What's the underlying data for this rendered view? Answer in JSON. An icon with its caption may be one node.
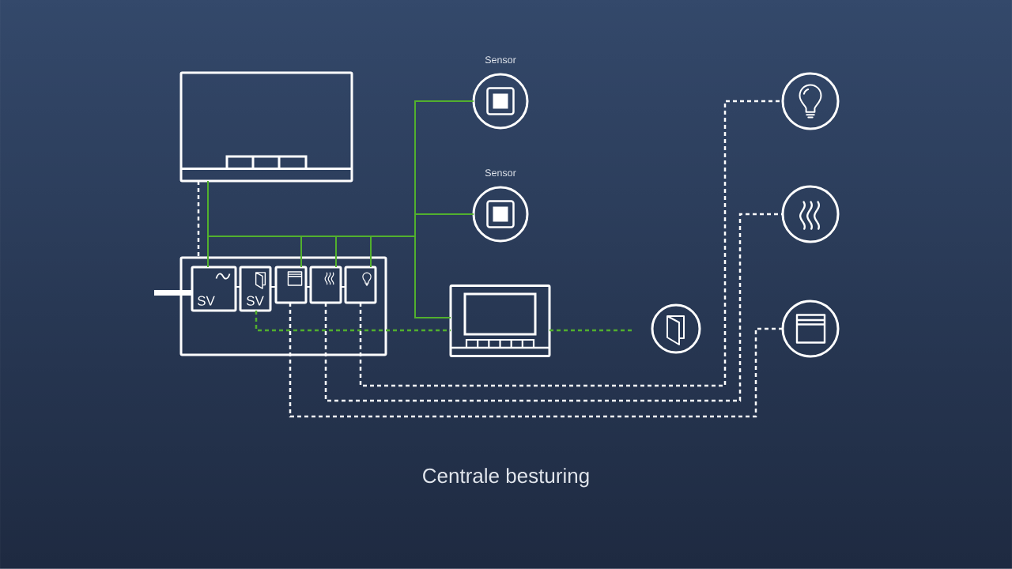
{
  "diagram": {
    "caption": "Centrale besturing",
    "nodes": [
      {
        "text": [],
        "shape": "box"
      },
      {
        "text": [
          "Sensor"
        ]
      },
      {
        "text": [
          "Sensor"
        ]
      },
      {
        "text": [],
        "shape": "box"
      },
      {
        "text": [
          "SV"
        ],
        "in": 3
      },
      {
        "text": [
          "SV"
        ],
        "in": 3
      },
      {
        "text": [],
        "shape": "box",
        "in": 3
      },
      {
        "text": [],
        "shape": "box",
        "in": 3
      },
      {
        "text": [],
        "shape": "box",
        "in": 3
      },
      {
        "text": [],
        "shape": "box"
      },
      {
        "text": [],
        "shape": "circle"
      },
      {
        "text": [],
        "shape": "circle"
      },
      {
        "text": [],
        "shape": "circle"
      },
      {
        "text": [],
        "shape": "circle"
      }
    ],
    "edges": [
      {
        "from": 0,
        "to": 3,
        "arrow": "none",
        "style": "dashed",
        "color": "#ffffff"
      },
      {
        "from": 0,
        "to": 4,
        "arrow": "none",
        "color": "#52b02e"
      },
      {
        "from": 0,
        "to": 6,
        "arrow": "none",
        "color": "#52b02e"
      },
      {
        "from": 0,
        "to": 7,
        "arrow": "none",
        "color": "#52b02e"
      },
      {
        "from": 0,
        "to": 8,
        "arrow": "none",
        "color": "#52b02e"
      },
      {
        "from": 0,
        "to": 1,
        "arrow": "none",
        "color": "#52b02e"
      },
      {
        "from": 0,
        "to": 2,
        "arrow": "none",
        "color": "#52b02e"
      },
      {
        "from": 0,
        "to": 9,
        "arrow": "none",
        "color": "#52b02e"
      },
      {
        "from": null,
        "to": 4,
        "arrow": "none",
        "style": "thick",
        "color": "#ffffff"
      },
      {
        "from": 4,
        "to": 5,
        "arrow": "none",
        "color": "#ffffff"
      },
      {
        "from": 5,
        "to": 6,
        "arrow": "none",
        "color": "#ffffff"
      },
      {
        "from": 6,
        "to": 7,
        "arrow": "none",
        "color": "#ffffff"
      },
      {
        "from": 7,
        "to": 8,
        "arrow": "none",
        "color": "#ffffff"
      },
      {
        "from": 5,
        "to": 9,
        "arrow": "none",
        "style": "dashed",
        "color": "#52b02e"
      },
      {
        "from": 9,
        "to": null,
        "arrow": "none",
        "style": "dashed",
        "color": "#52b02e"
      },
      {
        "from": 8,
        "to": 11,
        "arrow": "none",
        "style": "dashed",
        "color": "#ffffff"
      },
      {
        "from": 7,
        "to": 12,
        "arrow": "none",
        "style": "dashed",
        "color": "#ffffff"
      },
      {
        "from": 6,
        "to": 13,
        "arrow": "none",
        "style": "dashed",
        "color": "#ffffff"
      }
    ]
  }
}
